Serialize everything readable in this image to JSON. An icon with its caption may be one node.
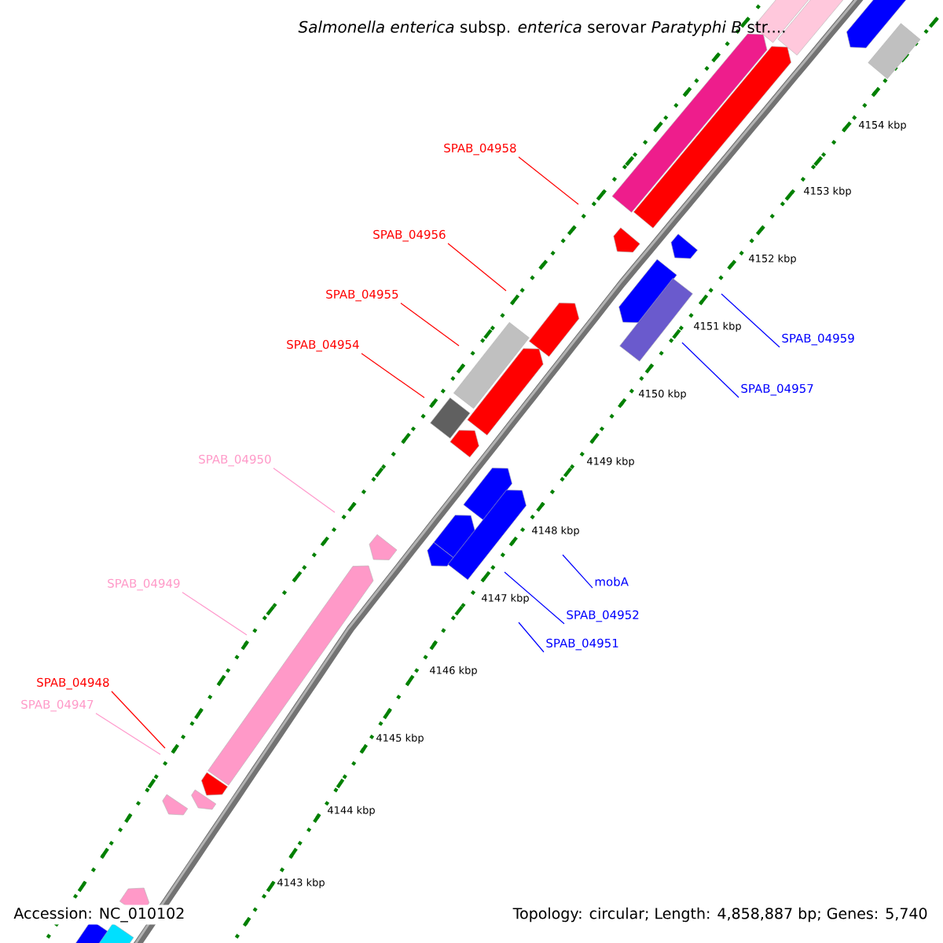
{
  "diagram": {
    "title": "*Salmonella enterica* subsp. *enterica* serovar *Paratyphi B* str....",
    "nodes": [
      {
        "text": [
          "SPAB_04958"
        ]
      },
      {
        "text": [
          "SPAB_04956"
        ]
      },
      {
        "text": [
          "SPAB_04955"
        ]
      },
      {
        "text": [
          "SPAB_04954"
        ]
      },
      {
        "text": [
          "SPAB_04959"
        ]
      },
      {
        "text": [
          "SPAB_04957"
        ]
      },
      {
        "text": [
          "SPAB_04950"
        ]
      },
      {
        "text": [
          "mobA"
        ]
      },
      {
        "text": [
          "SPAB_04952"
        ]
      },
      {
        "text": [
          "SPAB_04951"
        ]
      },
      {
        "text": [
          "SPAB_04949"
        ]
      },
      {
        "text": [
          "SPAB_04948"
        ]
      },
      {
        "text": [
          "SPAB_04947"
        ]
      }
    ],
    "edges": [
      {
        "from": 0,
        "to": null,
        "arrow": "none",
        "color": "#ff0000"
      },
      {
        "from": 1,
        "to": null,
        "arrow": "none",
        "color": "#ff0000"
      },
      {
        "from": 2,
        "to": null,
        "arrow": "none",
        "color": "#ff0000"
      },
      {
        "from": 3,
        "to": null,
        "arrow": "none",
        "color": "#ff0000"
      },
      {
        "from": 4,
        "to": null,
        "arrow": "none",
        "color": "#0000ff"
      },
      {
        "from": 5,
        "to": null,
        "arrow": "none",
        "color": "#0000ff"
      },
      {
        "from": 6,
        "to": null,
        "arrow": "none",
        "color": "#ff99cc"
      },
      {
        "from": 7,
        "to": null,
        "arrow": "none",
        "color": "#0000ff"
      },
      {
        "from": 8,
        "to": null,
        "arrow": "none",
        "color": "#0000ff"
      },
      {
        "from": 9,
        "to": null,
        "arrow": "none",
        "color": "#0000ff"
      },
      {
        "from": 10,
        "to": null,
        "arrow": "none",
        "color": "#ff99cc"
      },
      {
        "from": 11,
        "to": null,
        "arrow": "none",
        "color": "#ff0000"
      },
      {
        "from": 12,
        "to": null,
        "arrow": "none",
        "color": "#ff99cc"
      }
    ],
    "labels": [
      "4154 kbp",
      "4153 kbp",
      "4152 kbp",
      "4151 kbp",
      "4150 kbp",
      "4149 kbp",
      "4148 kbp",
      "4147 kbp",
      "4146 kbp",
      "4145 kbp",
      "4144 kbp",
      "4143 kbp",
      "Accession: NC_010102",
      "Topology: circular; Length: 4,858,887 bp; Genes: 5,740"
    ]
  }
}
